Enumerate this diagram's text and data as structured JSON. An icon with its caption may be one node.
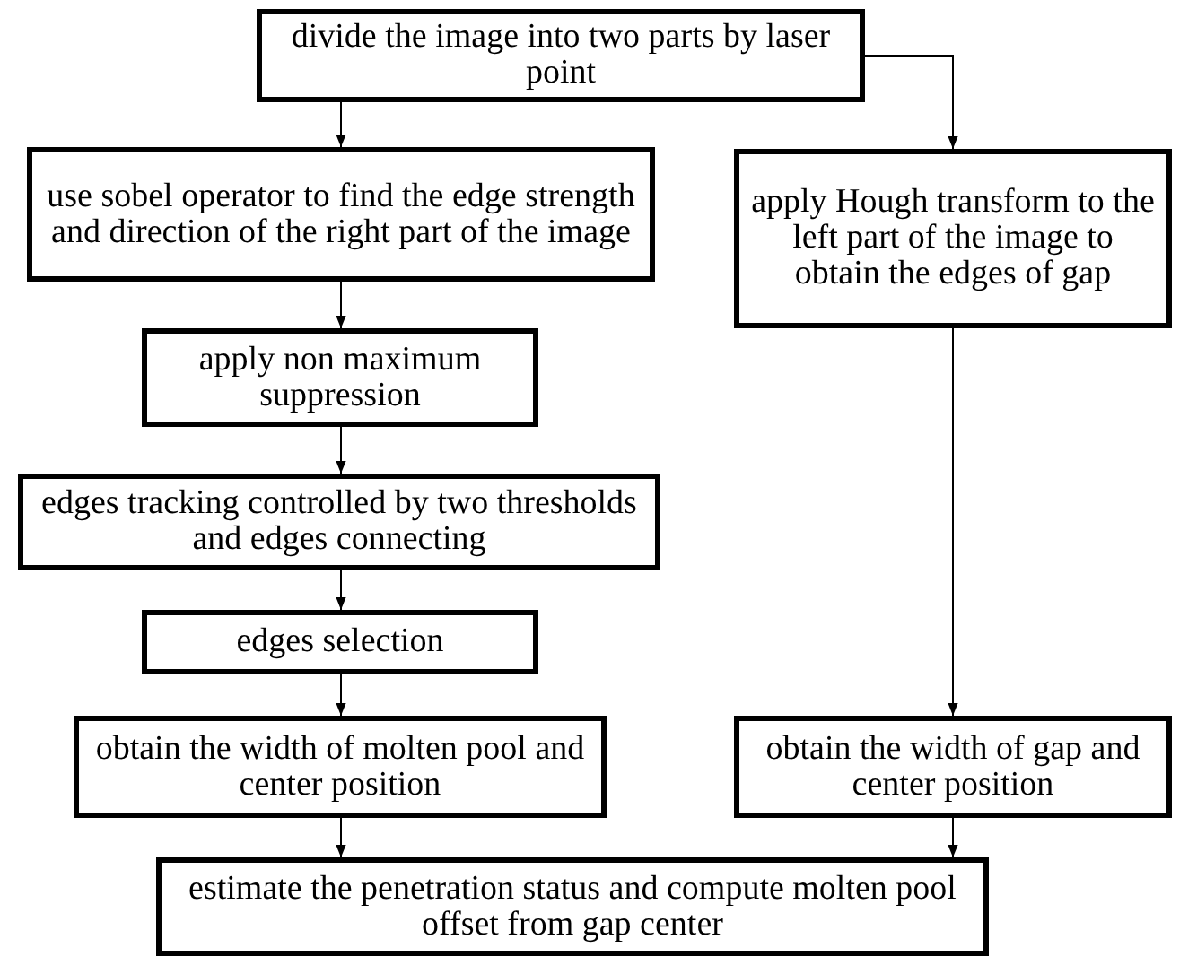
{
  "diagram": {
    "nodes": [
      {
        "text": [
          "divide the image into two parts by laser point"
        ]
      },
      {
        "text": [
          "use sobel operator to find the edge strength and direction of the right part of the image"
        ]
      },
      {
        "text": [
          "apply Hough transform to the left part of the image to obtain the edges of gap"
        ]
      },
      {
        "text": [
          "apply non maximum suppression"
        ]
      },
      {
        "text": [
          "edges tracking controlled by two thresholds and edges connecting"
        ]
      },
      {
        "text": [
          "edges selection"
        ]
      },
      {
        "text": [
          "obtain the width of molten pool and center position"
        ]
      },
      {
        "text": [
          "obtain the width of gap and center position"
        ]
      },
      {
        "text": [
          "estimate the penetration status and compute molten pool offset from gap center"
        ]
      }
    ],
    "edges": [
      {
        "from": 0,
        "to": 1,
        "arrow": "to"
      },
      {
        "from": 0,
        "to": 2,
        "arrow": "to"
      },
      {
        "from": 1,
        "to": 3,
        "arrow": "to"
      },
      {
        "from": 3,
        "to": 4,
        "arrow": "to"
      },
      {
        "from": 4,
        "to": 5,
        "arrow": "to"
      },
      {
        "from": 5,
        "to": 6,
        "arrow": "to"
      },
      {
        "from": 2,
        "to": 7,
        "arrow": "to"
      },
      {
        "from": 6,
        "to": 8,
        "arrow": "to"
      },
      {
        "from": 7,
        "to": 8,
        "arrow": "to"
      }
    ]
  }
}
